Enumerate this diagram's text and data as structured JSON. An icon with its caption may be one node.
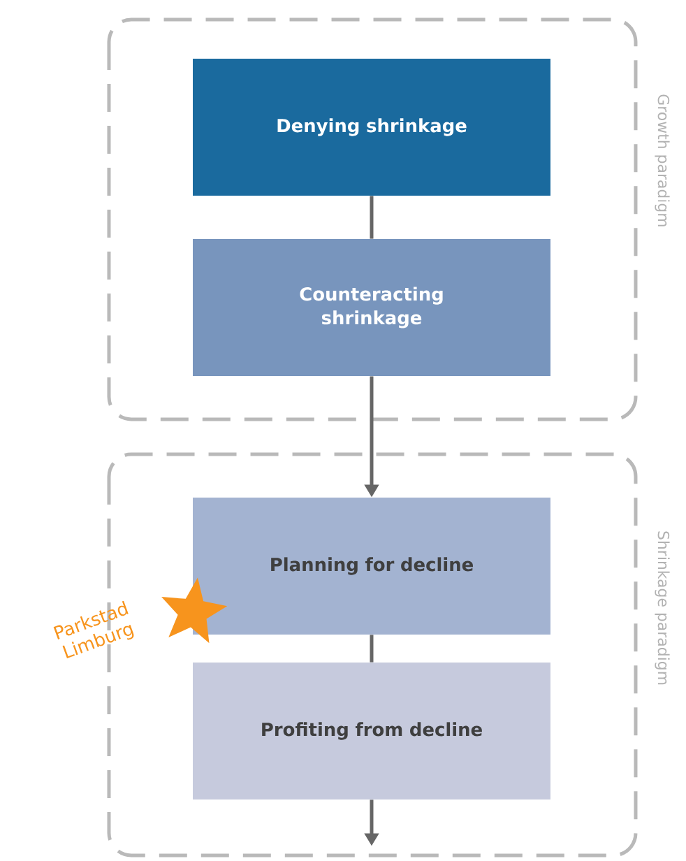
{
  "diagram": {
    "nodes": [
      {
        "text": [
          "Growth paradigm"
        ]
      },
      {
        "text": [
          "Denying shrinkage"
        ],
        "in": 0
      },
      {
        "text": [
          "Counteracting shrinkage"
        ],
        "in": 0
      },
      {
        "text": [
          "Shrinkage paradigm"
        ]
      },
      {
        "text": [
          "Planning for decline"
        ],
        "in": 3
      },
      {
        "text": [
          "Profiting from decline"
        ],
        "in": 3
      },
      {
        "text": [],
        "shape": "star",
        "beside": [
          "Parkstad Limburg"
        ],
        "in": 3
      }
    ],
    "edges": [
      {
        "from": 1,
        "to": 2,
        "arrow": "none"
      },
      {
        "from": 2,
        "to": 4,
        "arrow": "to"
      },
      {
        "from": 4,
        "to": 5,
        "arrow": "none"
      },
      {
        "from": 5,
        "to": null,
        "arrow": "to"
      }
    ]
  }
}
